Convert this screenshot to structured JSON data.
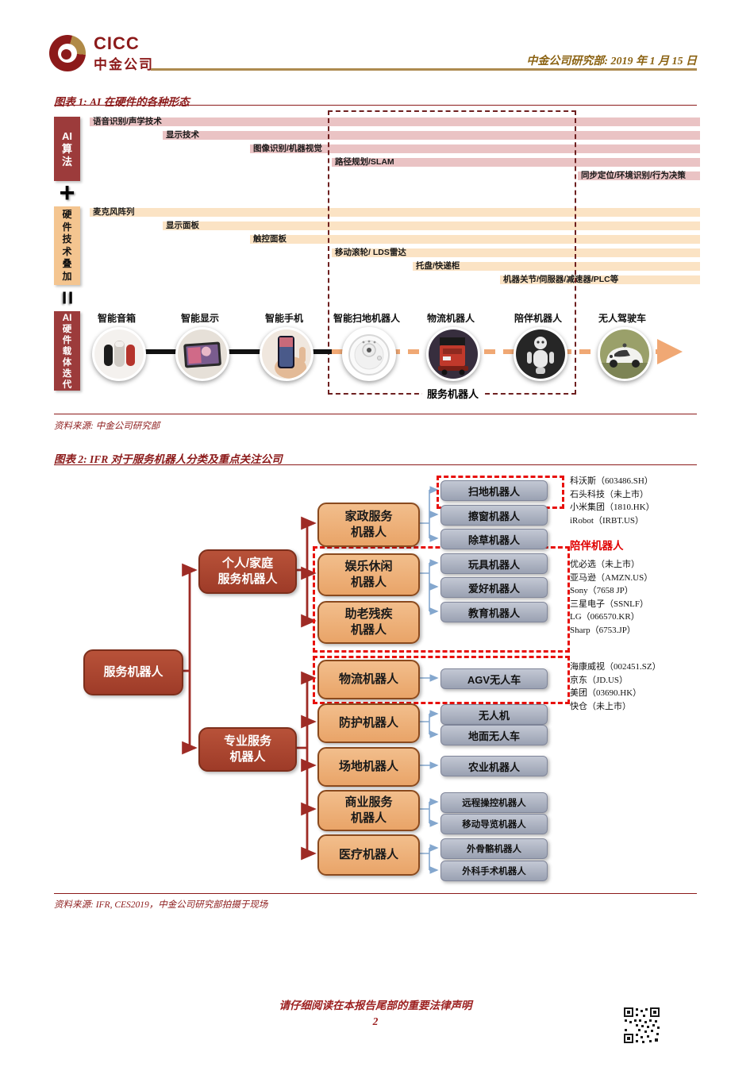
{
  "header": {
    "logo_title": "CICC",
    "logo_subtitle": "中金公司",
    "dept_date": "中金公司研究部: 2019 年 1 月 15 日"
  },
  "colors": {
    "maroon": "#8C1A1A",
    "gold_rule": "#AD8A4F",
    "pink_bar": "#EAC3C4",
    "orange_bar": "#FBE3C4",
    "algo_block": "#9C3B3B",
    "hw_block": "#F4C590",
    "fig2_orange": "#EFAF7C",
    "fig2_brick": "#AC4531",
    "fig2_grey": "#A9AFBE",
    "red_dashed": "#E8100C",
    "blue_line": "#84A7CE",
    "dark_red_line": "#9E2B25"
  },
  "figure1": {
    "title": "图表 1: AI 在硬件的各种形态",
    "algo_block_en": "AI",
    "algo_block_cn": "算法",
    "plus_symbol": "+",
    "hw_block_cn": "硬件技术叠加",
    "equals_symbol": "=",
    "carrier_block_en": "AI",
    "carrier_block_cn": "硬件载体迭代",
    "algo_bars": [
      {
        "label": "语音识别/声学技术"
      },
      {
        "label": "显示技术"
      },
      {
        "label": "图像识别/机器视觉"
      },
      {
        "label": "路径规划/SLAM"
      },
      {
        "label": "同步定位/环境识别/行为决策"
      }
    ],
    "hw_bars": [
      {
        "label": "麦克风阵列"
      },
      {
        "label": "显示面板"
      },
      {
        "label": "触控面板"
      },
      {
        "label": "移动滚轮/ LDS雷达"
      },
      {
        "label": "托盘/快递柜"
      },
      {
        "label": "机器关节/伺服器/减速器/PLC等"
      }
    ],
    "devices": [
      "智能音箱",
      "智能显示",
      "智能手机",
      "智能扫地机器人",
      "物流机器人",
      "陪伴机器人",
      "无人驾驶车"
    ],
    "service_robot_label": "服务机器人",
    "source": "资料来源: 中金公司研究部"
  },
  "figure2": {
    "title": "图表 2: IFR 对于服务机器人分类及重点关注公司",
    "root": "服务机器人",
    "cat_personal": "个人/家庭\n服务机器人",
    "cat_professional": "专业服务\n机器人",
    "orange_nodes": [
      "家政服务\n机器人",
      "娱乐休闲\n机器人",
      "助老残疾\n机器人",
      "物流机器人",
      "防护机器人",
      "场地机器人",
      "商业服务\n机器人",
      "医疗机器人"
    ],
    "grey_nodes": [
      "扫地机器人",
      "擦窗机器人",
      "除草机器人",
      "玩具机器人",
      "爱好机器人",
      "教育机器人",
      "AGV无人车",
      "无人机",
      "地面无人车",
      "农业机器人",
      "远程操控机器人",
      "移动导览机器人",
      "外骨骼机器人",
      "外科手术机器人"
    ],
    "companion_label": "陪伴机器人",
    "sweeper_companies": [
      "科沃斯（603486.SH）",
      "石头科技（未上市）",
      "小米集团（1810.HK）",
      "iRobot（IRBT.US）"
    ],
    "companion_companies": [
      "优必选（未上市）",
      "亚马逊（AMZN.US）",
      "Sony（7658 JP）",
      "三星电子（SSNLF）",
      "LG（066570.KR）",
      "Sharp（6753.JP）"
    ],
    "logistics_companies": [
      "海康威视（002451.SZ）",
      "京东（JD.US）",
      "美团（03690.HK）",
      "快仓（未上市）"
    ],
    "source": "资料来源: IFR, CES2019，中金公司研究部拍摄于现场"
  },
  "footer": {
    "disclaimer": "请仔细阅读在本报告尾部的重要法律声明",
    "page_number": "2"
  }
}
